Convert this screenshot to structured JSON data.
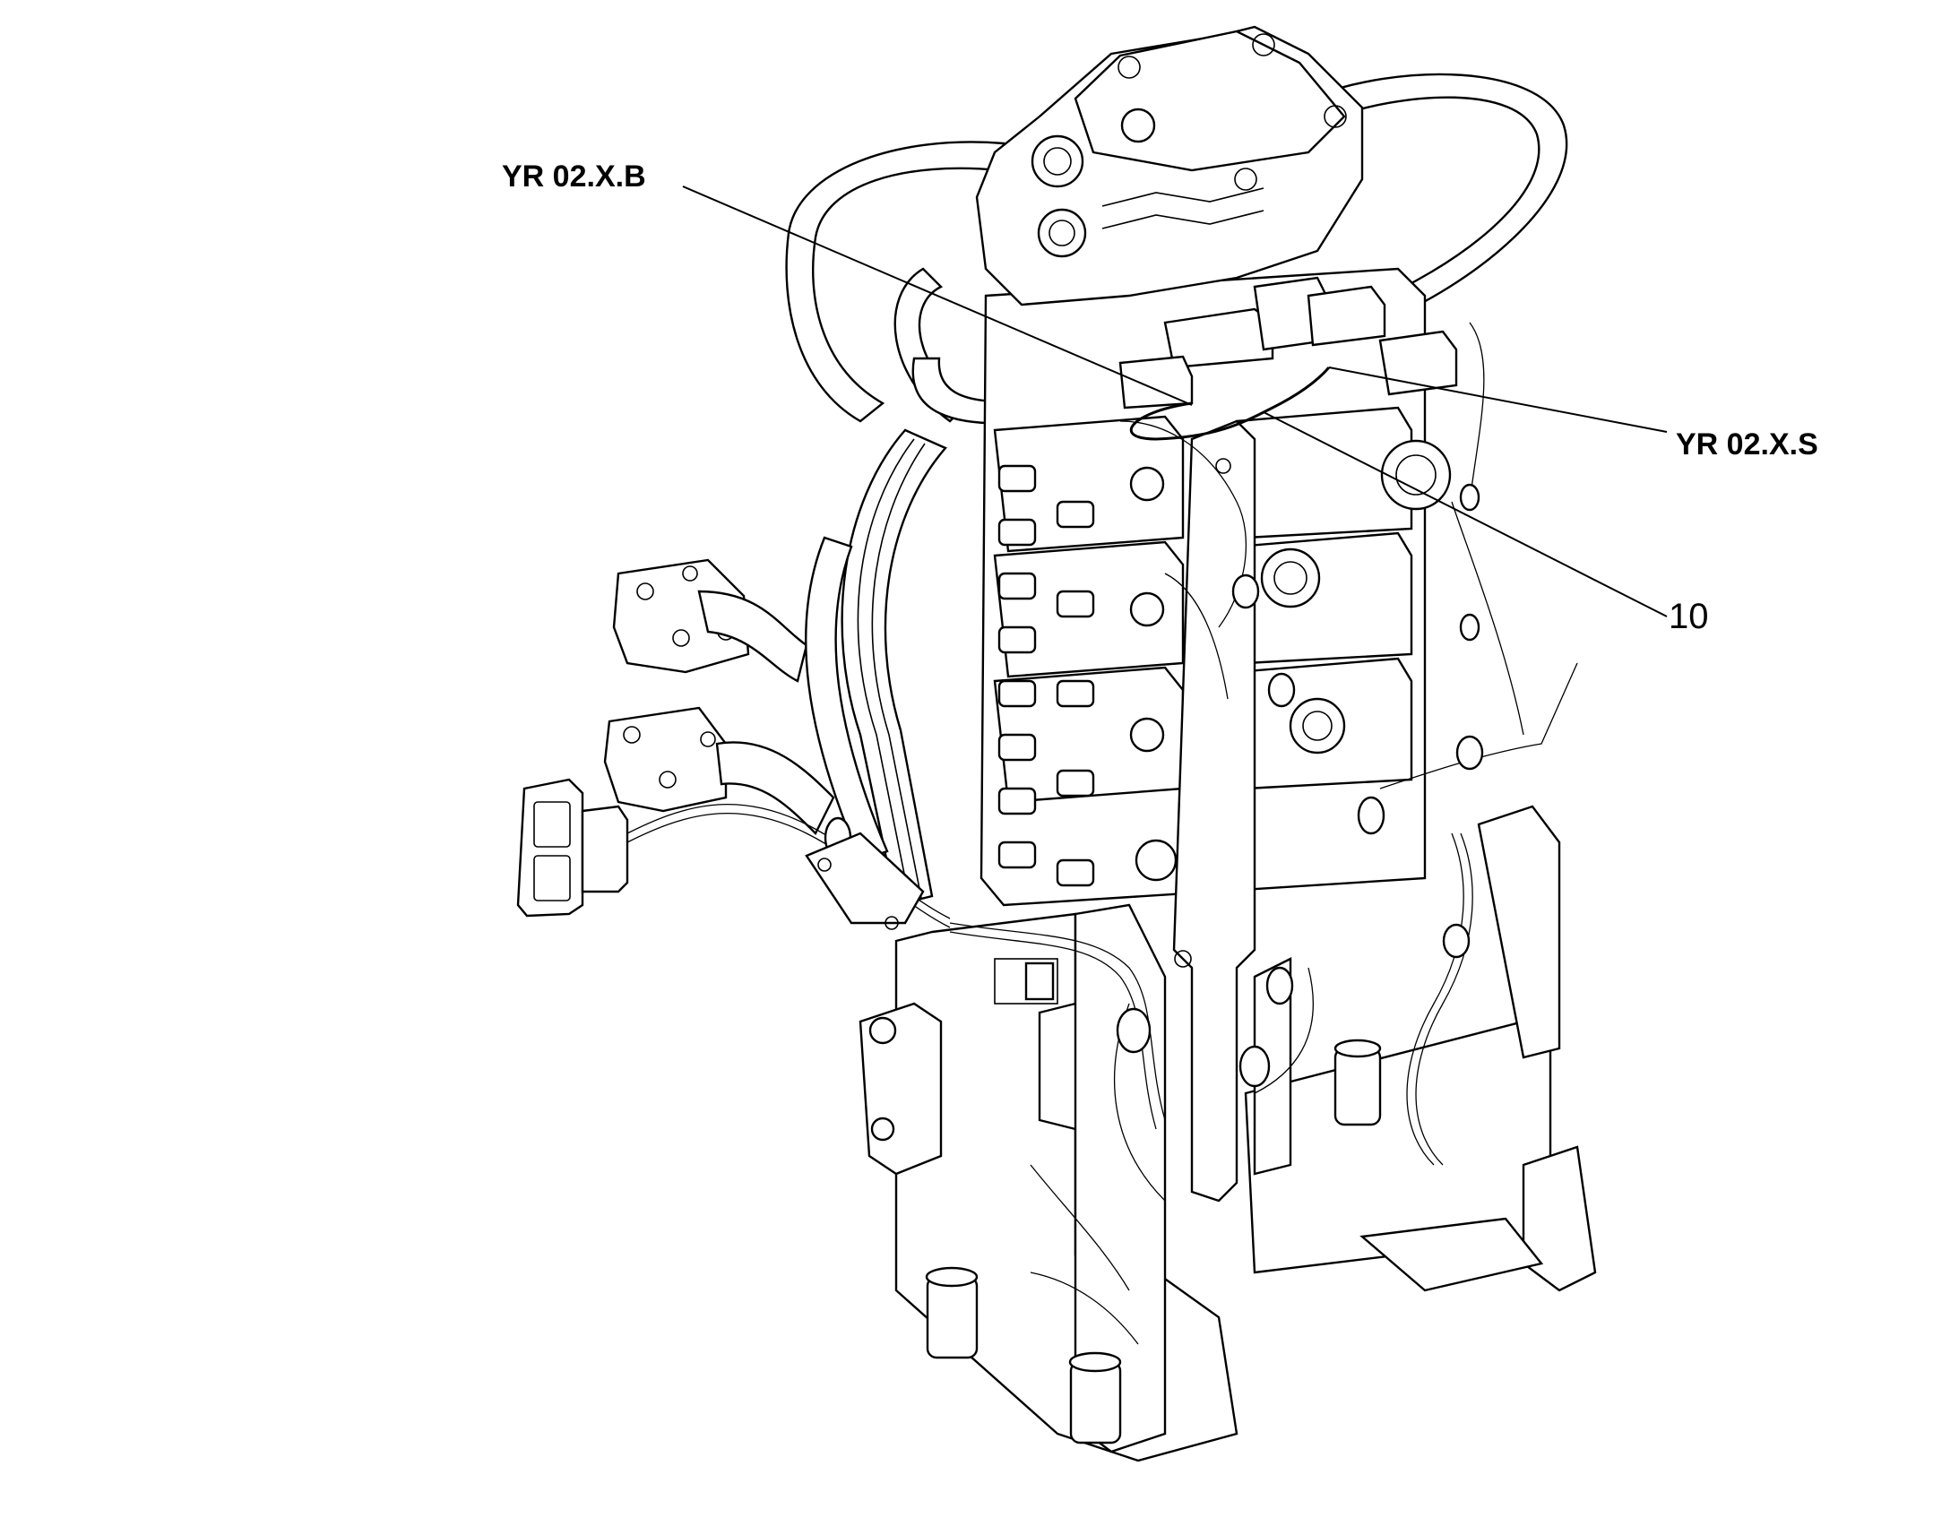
{
  "callouts": {
    "valve_b": {
      "label": "YR 02.X.B"
    },
    "valve_s": {
      "label": "YR 02.X.S"
    },
    "harness": {
      "label": "10"
    }
  },
  "colors": {
    "line": "#000000",
    "background": "#ffffff"
  }
}
